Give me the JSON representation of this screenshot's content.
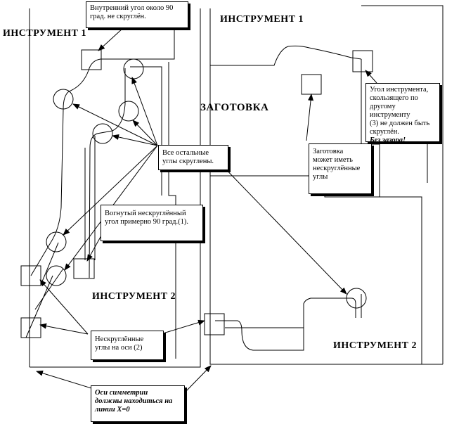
{
  "labels": {
    "tool1_left": "ИНСТРУМЕНТ 1",
    "tool1_right": "ИНСТРУМЕНТ 1",
    "blank": "ЗАГОТОВКА",
    "tool2_left": "ИНСТРУМЕНТ 2",
    "tool2_right": "ИНСТРУМЕНТ 2"
  },
  "notes": {
    "inner_corner": [
      "Внутренний угол около 90",
      "град. не скруглён."
    ],
    "all_rounded": [
      "Все остальные",
      "углы скруглены."
    ],
    "concave": [
      "Вогнутый нескруглённый",
      "угол примерно 90 град.(1)."
    ],
    "axis_corners": [
      "Нескруглённые",
      "углы на оси (2)"
    ],
    "blank_corners": [
      "Заготовка",
      "может иметь",
      "нескруглённые",
      "углы"
    ],
    "sliding_corner": [
      "Угол инструмента,",
      "скользящего по",
      "другому инструменту",
      "(3) не должен быть",
      "скруглён."
    ],
    "sliding_corner_bold": "Без зазора!",
    "symmetry": [
      "Оси симметрии",
      "должны находиться на",
      "линии X=0"
    ]
  }
}
